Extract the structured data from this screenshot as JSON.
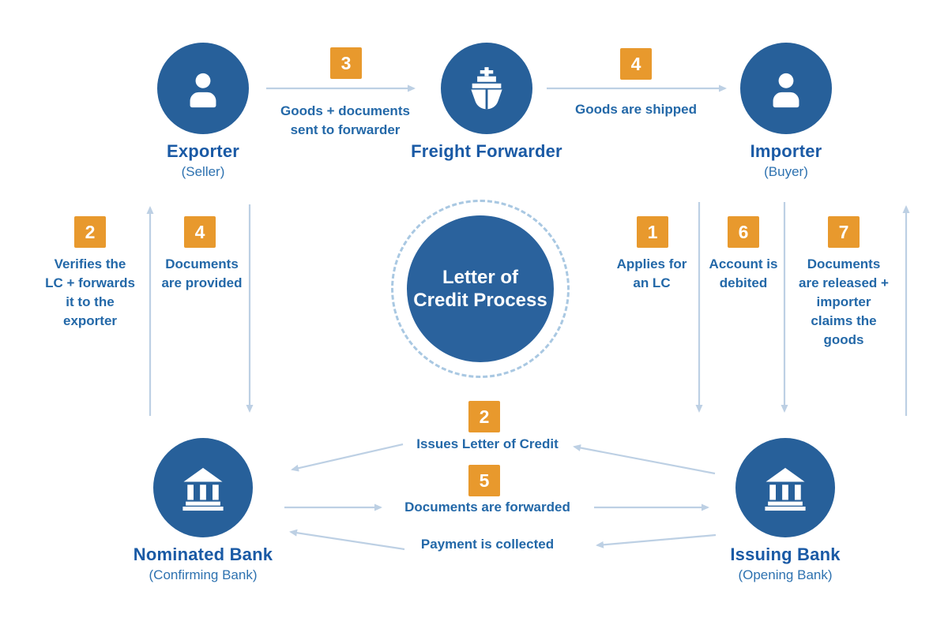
{
  "diagram_title": "Letter of Credit Process",
  "center_hub": {
    "label": "Letter of\nCredit Process"
  },
  "entities": {
    "exporter": {
      "name": "Exporter",
      "sub": "(Seller)",
      "icon": "person-icon"
    },
    "freight_forwarder": {
      "name": "Freight Forwarder",
      "sub": "",
      "icon": "ship-icon"
    },
    "importer": {
      "name": "Importer",
      "sub": "(Buyer)",
      "icon": "person-icon"
    },
    "nominated_bank": {
      "name": "Nominated Bank",
      "sub": "(Confirming Bank)",
      "icon": "bank-icon"
    },
    "issuing_bank": {
      "name": "Issuing Bank",
      "sub": "(Opening Bank)",
      "icon": "bank-icon"
    }
  },
  "steps": {
    "goods_to_forwarder": {
      "number": "3",
      "label": "Goods + documents\nsent to forwarder"
    },
    "goods_shipped": {
      "number": "4",
      "label": "Goods are shipped"
    },
    "verifies_lc": {
      "number": "2",
      "label": "Verifies the\nLC + forwards\nit to the\nexporter"
    },
    "documents_provided": {
      "number": "4",
      "label": "Documents\nare provided"
    },
    "applies_for_lc": {
      "number": "1",
      "label": "Applies for\nan LC"
    },
    "account_debited": {
      "number": "6",
      "label": "Account is\ndebited"
    },
    "documents_released": {
      "number": "7",
      "label": "Documents\nare released +\nimporter\nclaims the\ngoods"
    },
    "issues_lc": {
      "number": "2",
      "label": "Issues Letter of Credit"
    },
    "documents_forwarded": {
      "number": "5",
      "label": "Documents are forwarded"
    },
    "payment_collected": {
      "label": "Payment is collected"
    }
  },
  "colors": {
    "circle_blue": "#27609A",
    "hub_blue": "#2A629D",
    "entity_name_blue": "#1A5AA5",
    "sub_label_blue": "#2E72B0",
    "step_text_blue": "#2368A8",
    "badge_orange": "#E8992D",
    "arrow_light_blue": "#BDD0E4",
    "hub_ring_dashed": "#A9C8E2",
    "background": "#FFFFFF"
  }
}
